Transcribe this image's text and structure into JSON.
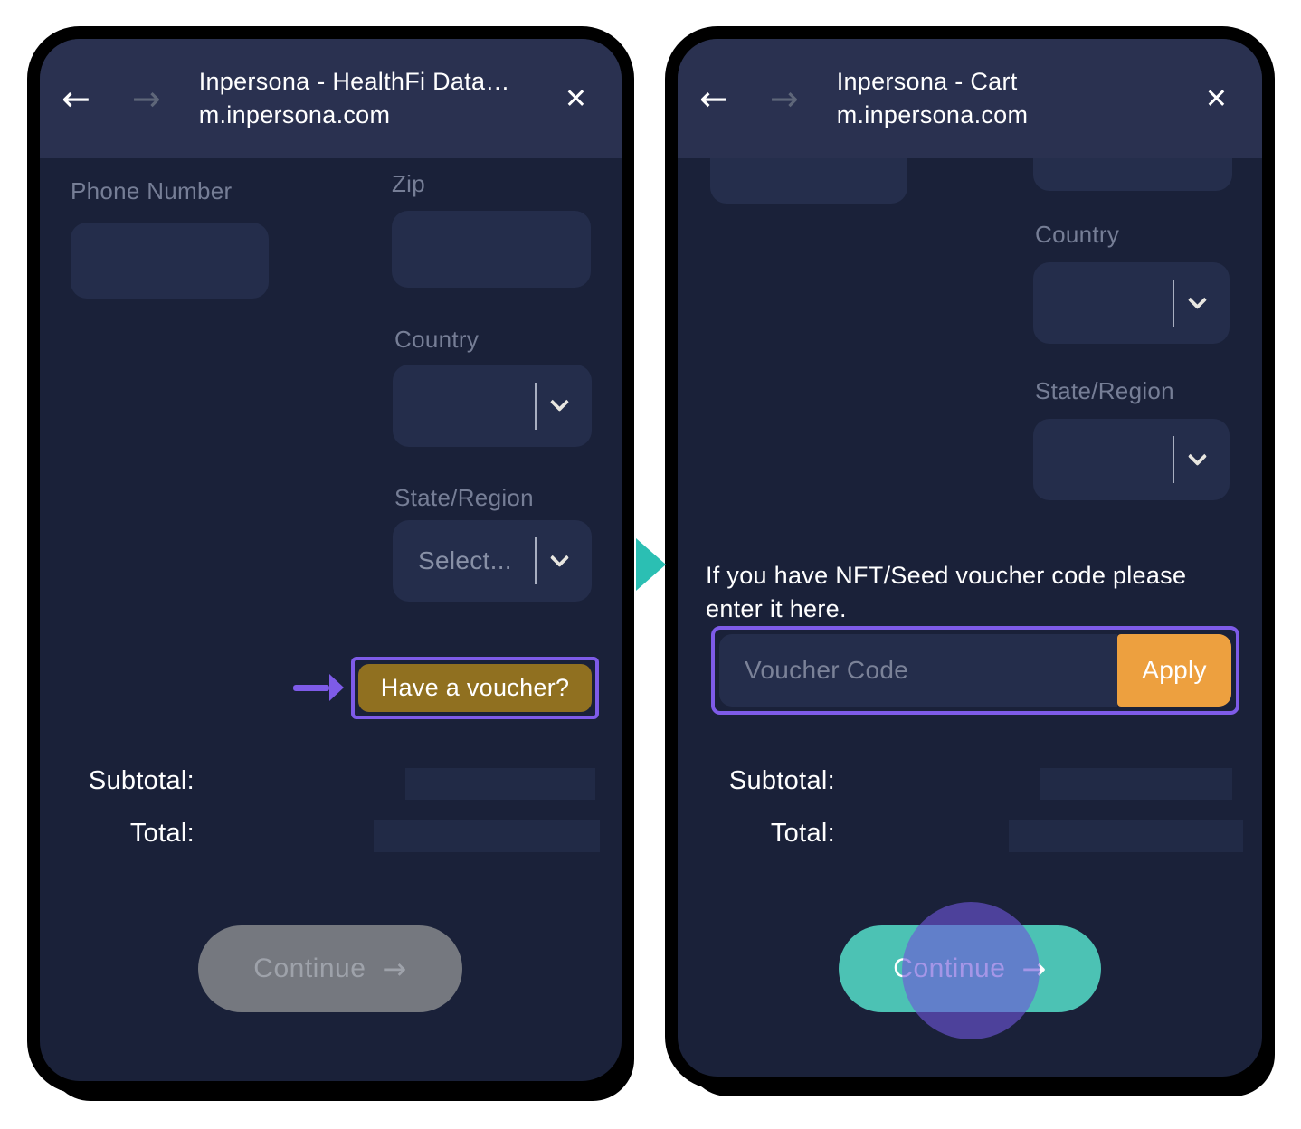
{
  "colors": {
    "accent_purple": "#7E5BE8",
    "teal_button": "#4CC2B4",
    "teal_step_arrow": "#2BBFB3",
    "orange_apply": "#EDA03F",
    "gold_voucher": "#907020",
    "screen_background": "#1A2139",
    "header_background": "#2A3150"
  },
  "icons": {
    "back": "←",
    "forward": "→",
    "close": "✕",
    "arrow_right": "→"
  },
  "left_phone": {
    "header": {
      "title": "Inpersona - HealthFi Data…",
      "url": "m.inpersona.com"
    },
    "form": {
      "phone_label": "Phone Number",
      "zip_label": "Zip",
      "country_label": "Country",
      "state_label": "State/Region",
      "state_placeholder": "Select..."
    },
    "voucher_button": "Have a voucher?",
    "summary": {
      "subtotal_label": "Subtotal:",
      "total_label": "Total:"
    },
    "continue_label": "Continue"
  },
  "right_phone": {
    "header": {
      "title": "Inpersona - Cart",
      "url": "m.inpersona.com"
    },
    "form": {
      "country_label": "Country",
      "state_label": "State/Region"
    },
    "voucher": {
      "hint": "If you have NFT/Seed voucher code please enter it here.",
      "input_placeholder": "Voucher Code",
      "apply_label": "Apply"
    },
    "summary": {
      "subtotal_label": "Subtotal:",
      "total_label": "Total:"
    },
    "continue_label": "Continue"
  }
}
